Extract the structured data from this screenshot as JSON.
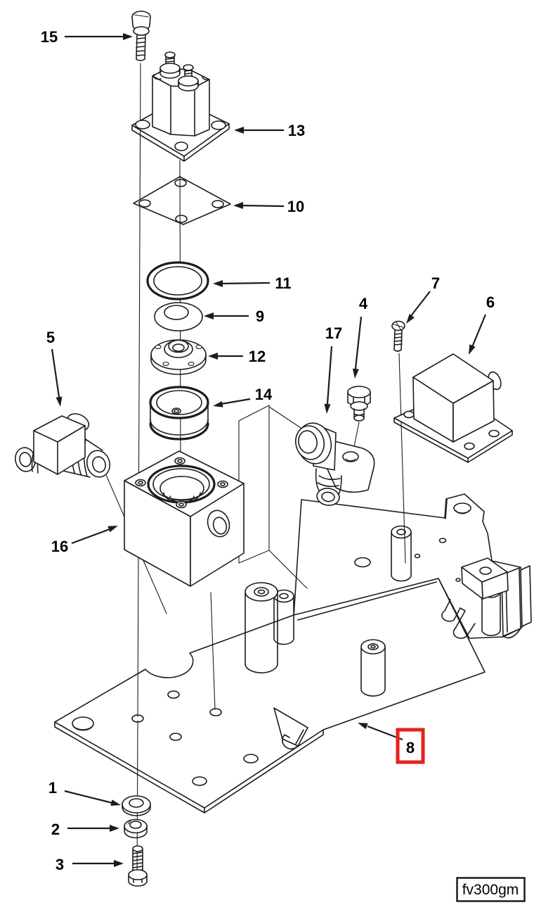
{
  "figure": {
    "kind": "exploded-parts-diagram",
    "figure_code": "fv300gm"
  },
  "colors": {
    "background": "#ffffff",
    "line": "#1c1c1c",
    "highlight_box": "#e8201d",
    "label_text": "#000000"
  },
  "callouts": [
    {
      "number": "15",
      "part": "mounting-screw"
    },
    {
      "number": "13",
      "part": "solenoid-valve"
    },
    {
      "number": "10",
      "part": "square-gasket"
    },
    {
      "number": "11",
      "part": "diaphragm-ring"
    },
    {
      "number": "9",
      "part": "washer-disc"
    },
    {
      "number": "12",
      "part": "retainer-hub"
    },
    {
      "number": "14",
      "part": "diaphragm-cap"
    },
    {
      "number": "5",
      "part": "tee-fitting"
    },
    {
      "number": "16",
      "part": "valve-body-block"
    },
    {
      "number": "17",
      "part": "elbow-fitting"
    },
    {
      "number": "4",
      "part": "vent-plug"
    },
    {
      "number": "7",
      "part": "screw"
    },
    {
      "number": "6",
      "part": "cover-box"
    },
    {
      "number": "8",
      "part": "mounting-plate",
      "highlighted": true
    },
    {
      "number": "1",
      "part": "flat-washer"
    },
    {
      "number": "2",
      "part": "lock-washer"
    },
    {
      "number": "3",
      "part": "bolt"
    }
  ],
  "footer": {
    "figure_code": "fv300gm"
  }
}
